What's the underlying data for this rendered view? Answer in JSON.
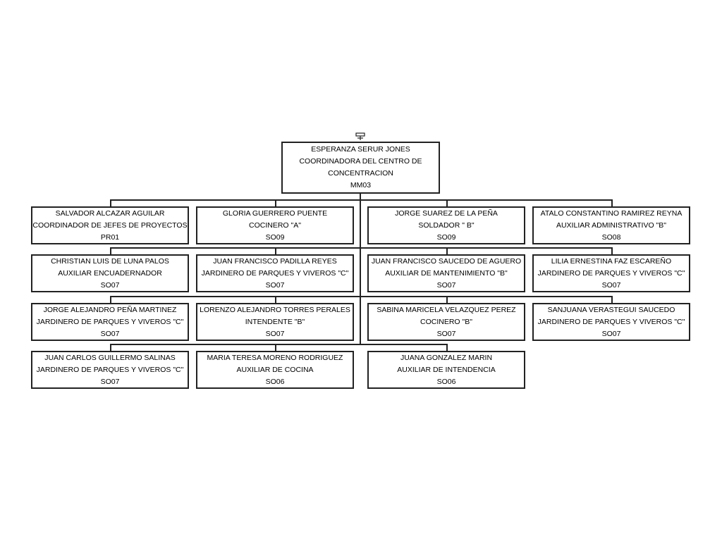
{
  "root": {
    "name": "ESPERANZA SERUR JONES",
    "title_line1": "COORDINADORA DEL CENTRO DE",
    "title_line2": "CONCENTRACION",
    "code": "MM03"
  },
  "rows": [
    [
      {
        "name": "SALVADOR ALCAZAR AGUILAR",
        "title": "COORDINADOR DE JEFES DE PROYECTOS",
        "code": "PR01"
      },
      {
        "name": "GLORIA GUERRERO PUENTE",
        "title": "COCINERO \"A\"",
        "code": "SO09"
      },
      {
        "name": "JORGE SUAREZ DE LA PEÑA",
        "title": "SOLDADOR \" B\"",
        "code": "SO09"
      },
      {
        "name": "ATALO CONSTANTINO RAMIREZ REYNA",
        "title": "AUXILIAR ADMINISTRATIVO \"B\"",
        "code": "SO08"
      }
    ],
    [
      {
        "name": "CHRISTIAN LUIS DE LUNA PALOS",
        "title": "AUXILIAR ENCUADERNADOR",
        "code": "SO07"
      },
      {
        "name": "JUAN FRANCISCO PADILLA REYES",
        "title": "JARDINERO DE PARQUES Y VIVEROS \"C\"",
        "code": "SO07"
      },
      {
        "name": "JUAN FRANCISCO SAUCEDO DE AGUERO",
        "title": "AUXILIAR DE MANTENIMIENTO \"B\"",
        "code": "SO07"
      },
      {
        "name": "LILIA ERNESTINA FAZ ESCAREÑO",
        "title": "JARDINERO DE PARQUES Y VIVEROS \"C\"",
        "code": "SO07"
      }
    ],
    [
      {
        "name": "JORGE ALEJANDRO PEÑA MARTINEZ",
        "title": "JARDINERO DE PARQUES Y VIVEROS \"C\"",
        "code": "SO07"
      },
      {
        "name": "LORENZO ALEJANDRO TORRES PERALES",
        "title": "INTENDENTE \"B\"",
        "code": "SO07"
      },
      {
        "name": "SABINA MARICELA VELAZQUEZ PEREZ",
        "title": "COCINERO \"B\"",
        "code": "SO07"
      },
      {
        "name": "SANJUANA VERASTEGUI SAUCEDO",
        "title": "JARDINERO DE PARQUES Y VIVEROS \"C\"",
        "code": "SO07"
      }
    ],
    [
      {
        "name": "JUAN CARLOS GUILLERMO SALINAS",
        "title": "JARDINERO DE PARQUES Y VIVEROS \"C\"",
        "code": "SO07"
      },
      {
        "name": "MARIA TERESA MORENO RODRIGUEZ",
        "title": "AUXILIAR DE COCINA",
        "code": "SO06"
      },
      {
        "name": "JUANA GONZALEZ MARIN",
        "title": "AUXILIAR DE INTENDENCIA",
        "code": "SO06"
      }
    ]
  ]
}
